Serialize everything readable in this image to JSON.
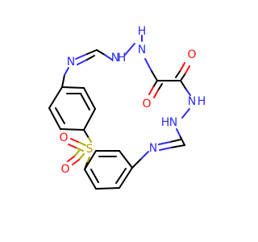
{
  "structure": {
    "colors": {
      "carbon_bond": "#000000",
      "nitrogen": "#2e2ef2",
      "oxygen": "#ff0d0d",
      "sulfur": "#b3a300"
    },
    "atoms": {
      "n_imine_top": "N",
      "n_hydrazide_top_a": "N",
      "h_top_a": "H",
      "n_hydrazide_top_b": "N",
      "h_top_b": "H",
      "o_carbonyl_right": "O",
      "o_carbonyl_left": "O",
      "n_hydrazide_right_a": "N",
      "h_right_a": "H",
      "n_hydrazide_right_b": "N",
      "h_right_b": "H",
      "n_imine_bottom": "N",
      "s_sulfonyl": "S",
      "o_sulfonyl_top": "O",
      "o_sulfonyl_bottom": "O"
    }
  }
}
